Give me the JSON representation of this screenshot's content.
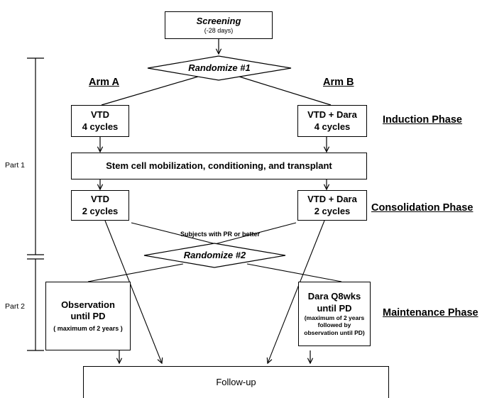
{
  "screening": {
    "title": "Screening",
    "duration": "(-28 days)"
  },
  "randomize1": {
    "label": "Randomize #1"
  },
  "randomize2": {
    "label": "Randomize #2"
  },
  "arms": {
    "a": "Arm A",
    "b": "Arm B"
  },
  "induction": {
    "arm_a": {
      "line1": "VTD",
      "line2": "4 cycles"
    },
    "arm_b": {
      "line1": "VTD + Dara",
      "line2": "4 cycles"
    }
  },
  "transplant": {
    "label": "Stem cell mobilization, conditioning, and transplant"
  },
  "consolidation": {
    "arm_a": {
      "line1": "VTD",
      "line2": "2 cycles"
    },
    "arm_b": {
      "line1": "VTD + Dara",
      "line2": "2 cycles"
    }
  },
  "eligibility_note": "Subjects with PR or better",
  "maintenance": {
    "observation": {
      "line1": "Observation",
      "line2": "until PD",
      "note": "( maximum of 2 years )"
    },
    "dara": {
      "line1": "Dara Q8wks",
      "line2": "until PD",
      "note1": "(maximum of 2 years",
      "note2": "followed by",
      "note3": "observation until PD)"
    }
  },
  "followup": {
    "label": "Follow-up"
  },
  "phases": {
    "induction": "Induction Phase",
    "consolidation": "Consolidation Phase",
    "maintenance": "Maintenance Phase"
  },
  "parts": {
    "part1": "Part 1",
    "part2": "Part 2"
  }
}
